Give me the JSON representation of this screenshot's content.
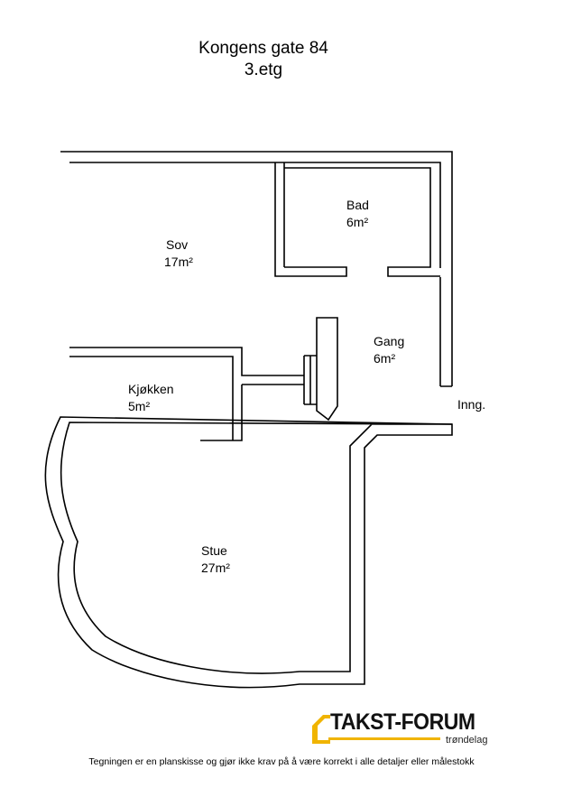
{
  "header": {
    "address": "Kongens gate 84",
    "floor": "3.etg"
  },
  "rooms": {
    "sov": {
      "name": "Sov",
      "area": "17m²"
    },
    "bad": {
      "name": "Bad",
      "area": "6m²"
    },
    "gang": {
      "name": "Gang",
      "area": "6m²"
    },
    "kjokken": {
      "name": "Kjøkken",
      "area": "5m²"
    },
    "stue": {
      "name": "Stue",
      "area": "27m²"
    }
  },
  "entrance_label": "Inng.",
  "logo": {
    "brand": "TAKST-FORUM",
    "region": "trøndelag",
    "accent_color": "#f0b400"
  },
  "footer": {
    "disclaimer": "Tegningen er en planskisse og gjør ikke krav på å være korrekt i alle detaljer eller målestokk"
  }
}
